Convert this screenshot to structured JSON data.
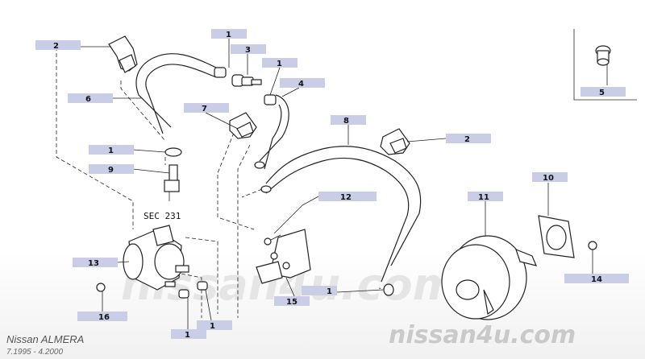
{
  "footer": {
    "model": "Nissan  ALMERA",
    "years": "7.1995  -  4.2000"
  },
  "watermark": {
    "text": "nissan4u.com"
  },
  "reference": {
    "text": "SEC 231"
  },
  "callouts": [
    {
      "id": "c-2a",
      "number": "2"
    },
    {
      "id": "c-6",
      "number": "6"
    },
    {
      "id": "c-1a",
      "number": "1"
    },
    {
      "id": "c-3",
      "number": "3"
    },
    {
      "id": "c-1b",
      "number": "1"
    },
    {
      "id": "c-4",
      "number": "4"
    },
    {
      "id": "c-7",
      "number": "7"
    },
    {
      "id": "c-5",
      "number": "5"
    },
    {
      "id": "c-8",
      "number": "8"
    },
    {
      "id": "c-2b",
      "number": "2"
    },
    {
      "id": "c-1c",
      "number": "1"
    },
    {
      "id": "c-9",
      "number": "9"
    },
    {
      "id": "c-10",
      "number": "10"
    },
    {
      "id": "c-11",
      "number": "11"
    },
    {
      "id": "c-12",
      "number": "12"
    },
    {
      "id": "c-13",
      "number": "13"
    },
    {
      "id": "c-14",
      "number": "14"
    },
    {
      "id": "c-15",
      "number": "15"
    },
    {
      "id": "c-1d",
      "number": "1"
    },
    {
      "id": "c-16",
      "number": "16"
    },
    {
      "id": "c-1e",
      "number": "1"
    },
    {
      "id": "c-1f",
      "number": "1"
    }
  ],
  "colors": {
    "callout_box": "#c9cde6",
    "line": "#222222",
    "watermark": "#d6d6d6"
  }
}
